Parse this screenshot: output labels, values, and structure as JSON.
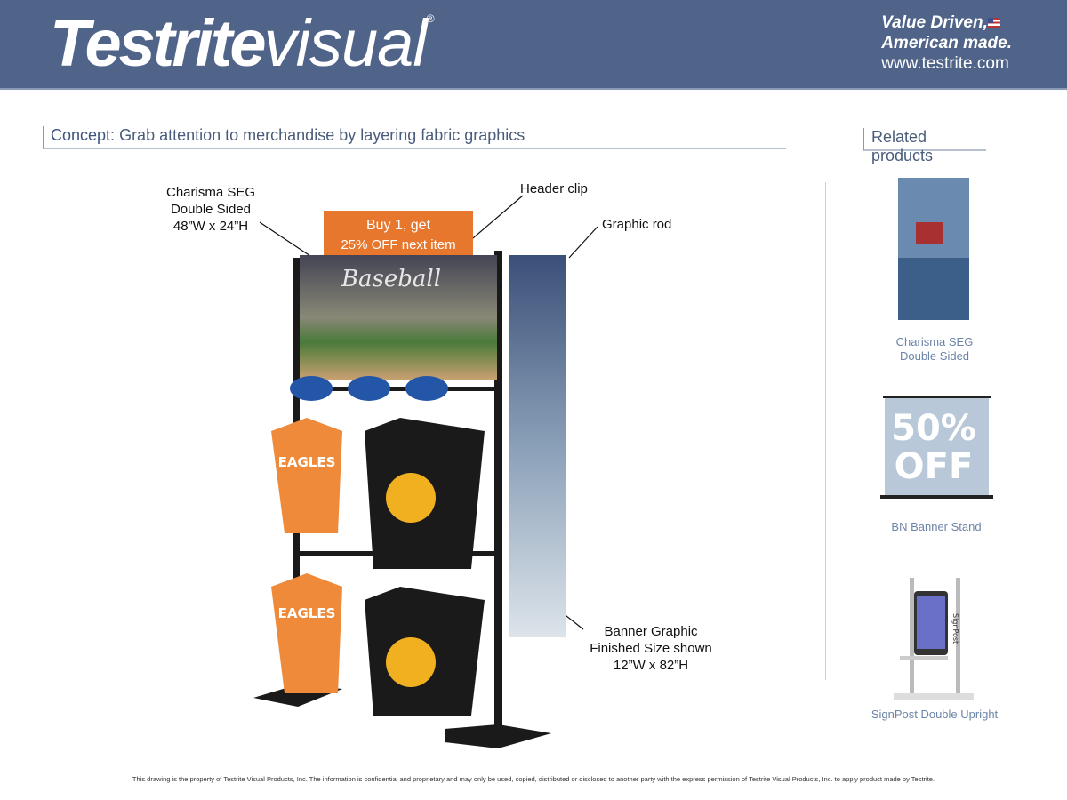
{
  "header": {
    "logo_bold": "Testrite",
    "logo_light": "visual",
    "logo_mark": "®",
    "tagline_1": "Value Driven,",
    "tagline_2": "American made.",
    "website": "www.testrite.com",
    "flag_icon": "us-flag-icon",
    "color": "#506489"
  },
  "concept": {
    "label": "Concept:",
    "text": "Grab attention to merchandise by layering fabric graphics"
  },
  "related": {
    "title": "Related products",
    "items": [
      {
        "line1": "Charisma SEG",
        "line2": "Double Sided"
      },
      {
        "line1": "BN Banner Stand",
        "line2": ""
      },
      {
        "line1": "SignPost Double Upright",
        "line2": ""
      }
    ]
  },
  "callouts": {
    "seg": {
      "l1": "Charisma SEG",
      "l2": "Double Sided",
      "l3": "48”W x 24”H"
    },
    "header_clip": "Header clip",
    "graphic_rod": "Graphic rod",
    "banner": {
      "l1": "Banner Graphic",
      "l2": "Finished Size shown",
      "l3": "12”W x 82”H"
    }
  },
  "graphics": {
    "sign_l1": "Buy 1, get",
    "sign_l2": "25% OFF next item",
    "baseball": "Baseball",
    "shirt": "EAGLES",
    "offer_l1": "50%",
    "offer_l2": "OFF",
    "signpost": "SignPost"
  },
  "footer": "This drawing is the property of Testrite Visual Products, Inc. The information is confidential and proprietary and may only be used, copied, distributed or disclosed to another party with the express permission of Testrite Visual Products, Inc. to apply product made by Testrite."
}
